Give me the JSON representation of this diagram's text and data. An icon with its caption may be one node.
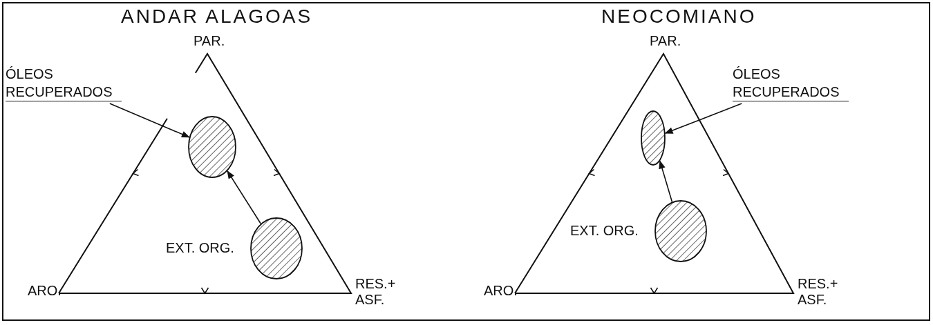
{
  "diagram": {
    "nodes": [
      {
        "text": [
          "ÓLEOS RECUPERADOS"
        ]
      },
      {
        "text": [],
        "shape": "ellipse"
      },
      {
        "text": [],
        "shape": "ellipse",
        "beside": [
          "EXT. ORG."
        ]
      },
      {
        "text": [
          "ÓLEOS RECUPERADOS"
        ]
      },
      {
        "text": [],
        "shape": "ellipse"
      },
      {
        "text": [],
        "shape": "ellipse",
        "beside": [
          "EXT. ORG."
        ]
      }
    ],
    "edges": [
      {
        "from": 0,
        "to": 1,
        "arrow": "to"
      },
      {
        "from": 2,
        "to": 1,
        "arrow": "to"
      },
      {
        "from": 3,
        "to": 4,
        "arrow": "to"
      },
      {
        "from": 5,
        "to": 4,
        "arrow": "to"
      }
    ],
    "labels": [
      "ANDAR ALAGOAS",
      "PAR.",
      "ARO.",
      "RES.+ ASF.",
      "NEOCOMIANO",
      "PAR.",
      "ARO.",
      "RES.+ ASF."
    ]
  }
}
